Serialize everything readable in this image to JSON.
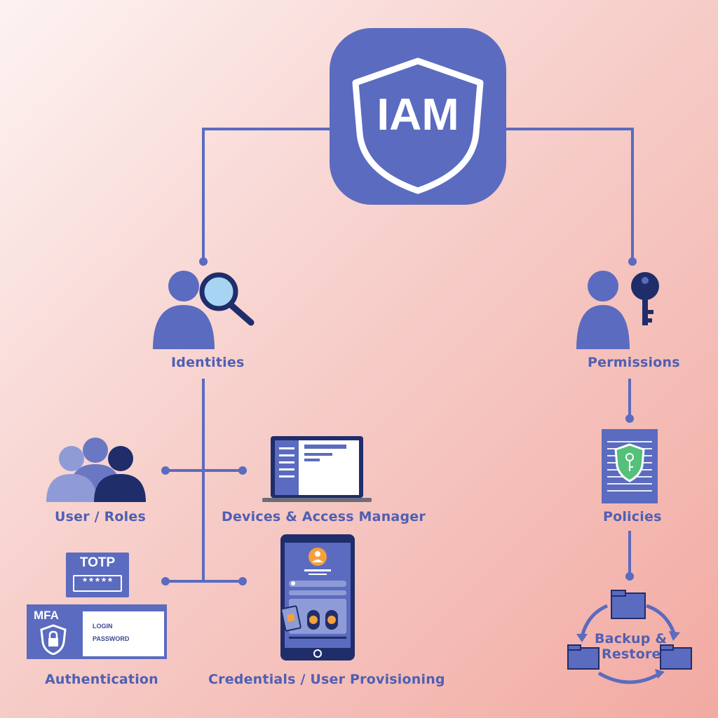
{
  "logo": {
    "text": "IAM"
  },
  "branches": {
    "identities": "Identities",
    "permissions": "Permissions"
  },
  "identities_children": {
    "user_roles": "User / Roles",
    "devices": "Devices & Access Manager",
    "authentication": "Authentication",
    "credentials": "Credentials / User Provisioning"
  },
  "authentication_widgets": {
    "totp_title": "TOTP",
    "totp_code": "*****",
    "mfa_title": "MFA",
    "login_label": "LOGIN",
    "password_label": "PASSWORD"
  },
  "permissions_children": {
    "policies": "Policies",
    "backup_line1": "Backup &",
    "backup_line2": "Restore"
  },
  "colors": {
    "primary": "#5b6bbf",
    "dark_navy": "#1f2d6b",
    "label": "#4f5fb3",
    "accent_orange": "#f5a03a",
    "accent_green": "#55c07a"
  }
}
